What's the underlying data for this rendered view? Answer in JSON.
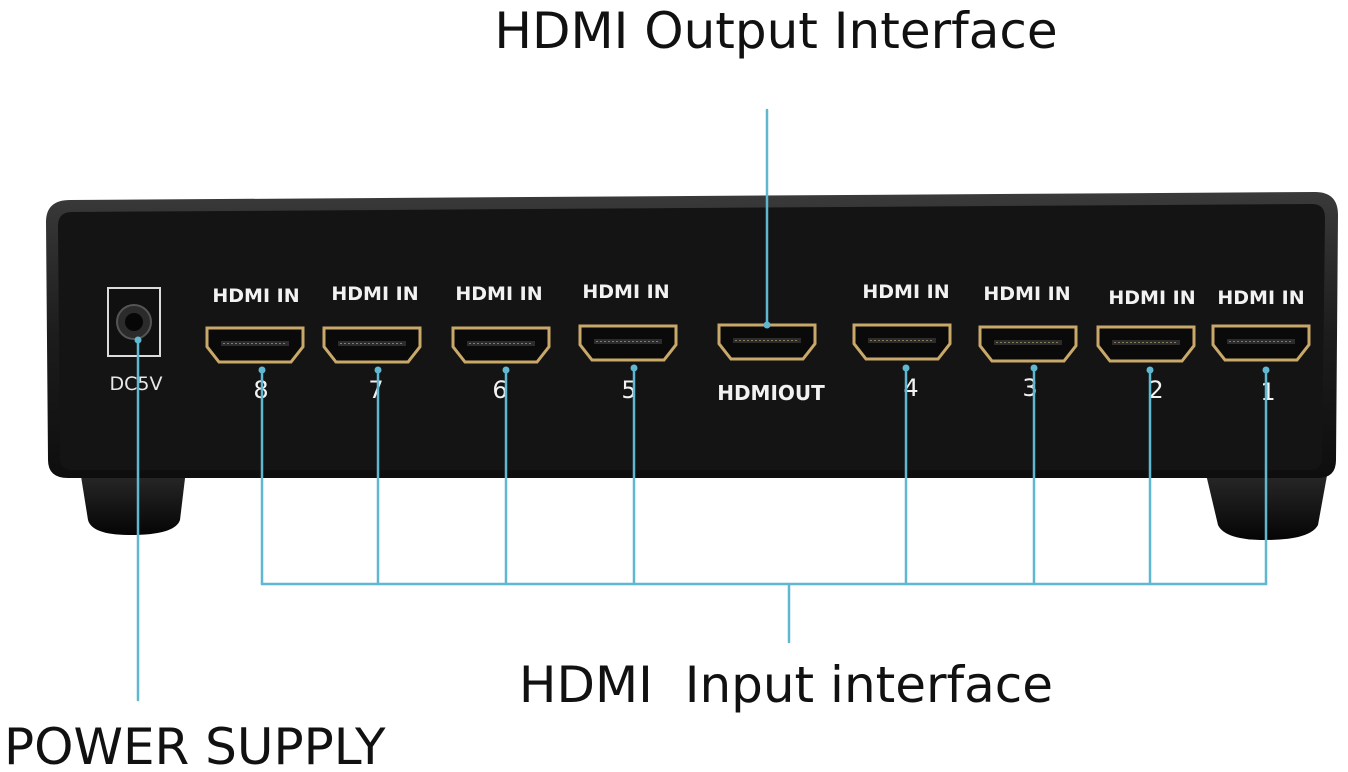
{
  "callouts": {
    "output": "HDMI Output Interface",
    "input": "HDMI  Input interface",
    "power": "POWER SUPPLY"
  },
  "device": {
    "power_label": "DC5V",
    "output_label": "HDMIOUT",
    "inputs": [
      {
        "label": "HDMI IN",
        "number": "8"
      },
      {
        "label": "HDMI IN",
        "number": "7"
      },
      {
        "label": "HDMI IN",
        "number": "6"
      },
      {
        "label": "HDMI IN",
        "number": "5"
      },
      {
        "label": "HDMI IN",
        "number": "4"
      },
      {
        "label": "HDMI IN",
        "number": "3"
      },
      {
        "label": "HDMI IN",
        "number": "2"
      },
      {
        "label": "HDMI IN",
        "number": "1"
      }
    ]
  },
  "colors": {
    "leader_line": "#5fb7d0",
    "panel": "#151515",
    "housing": "#2a2a2a",
    "port_gold": "#c9a96a"
  }
}
